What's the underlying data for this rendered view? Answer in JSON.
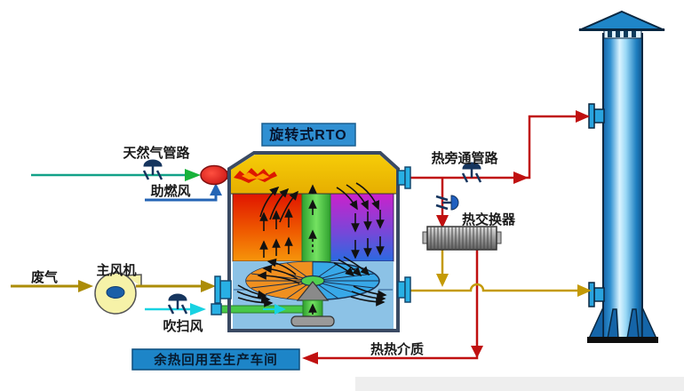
{
  "title": "旋转式RTO",
  "labels": {
    "natural_gas": "天然气管路",
    "combustion_air": "助燃风",
    "waste_gas": "废气",
    "main_fan": "主风机",
    "purge_air": "吹扫风",
    "hot_bypass": "热旁通管路",
    "heat_exchanger": "热交换器",
    "heat_medium": "热热介质",
    "heat_recovery": "余热回用至生产车间"
  },
  "colors": {
    "pipe_red": "#c01010",
    "pipe_yellow": "#c49a06",
    "pipe_olive": "#ac8c08",
    "pipe_teal": "#12a188",
    "pipe_cyan": "#18d2e2",
    "pipe_blue": "#2565b5",
    "hot_bed_top": "#e01400",
    "hot_bed_bottom": "#f08c00",
    "cold_bed_top": "#c820c8",
    "cold_bed_bottom": "#2a6ae0",
    "purge_column_green": "#46c838",
    "combustion_chamber_gold": "#f2c200",
    "lower_plenum_blue": "#8cc2e6",
    "vessel_outline": "#3a4a63",
    "stack_blue": "#2e8fd0",
    "label_box_blue": "#2289cc",
    "valve_navy": "#16355e",
    "burner_red": "#d81818",
    "fan_body": "#f6f2a8",
    "fan_hub": "#1a5fa8",
    "distributor_left": "#f09020",
    "distributor_right": "#38a8e8"
  }
}
